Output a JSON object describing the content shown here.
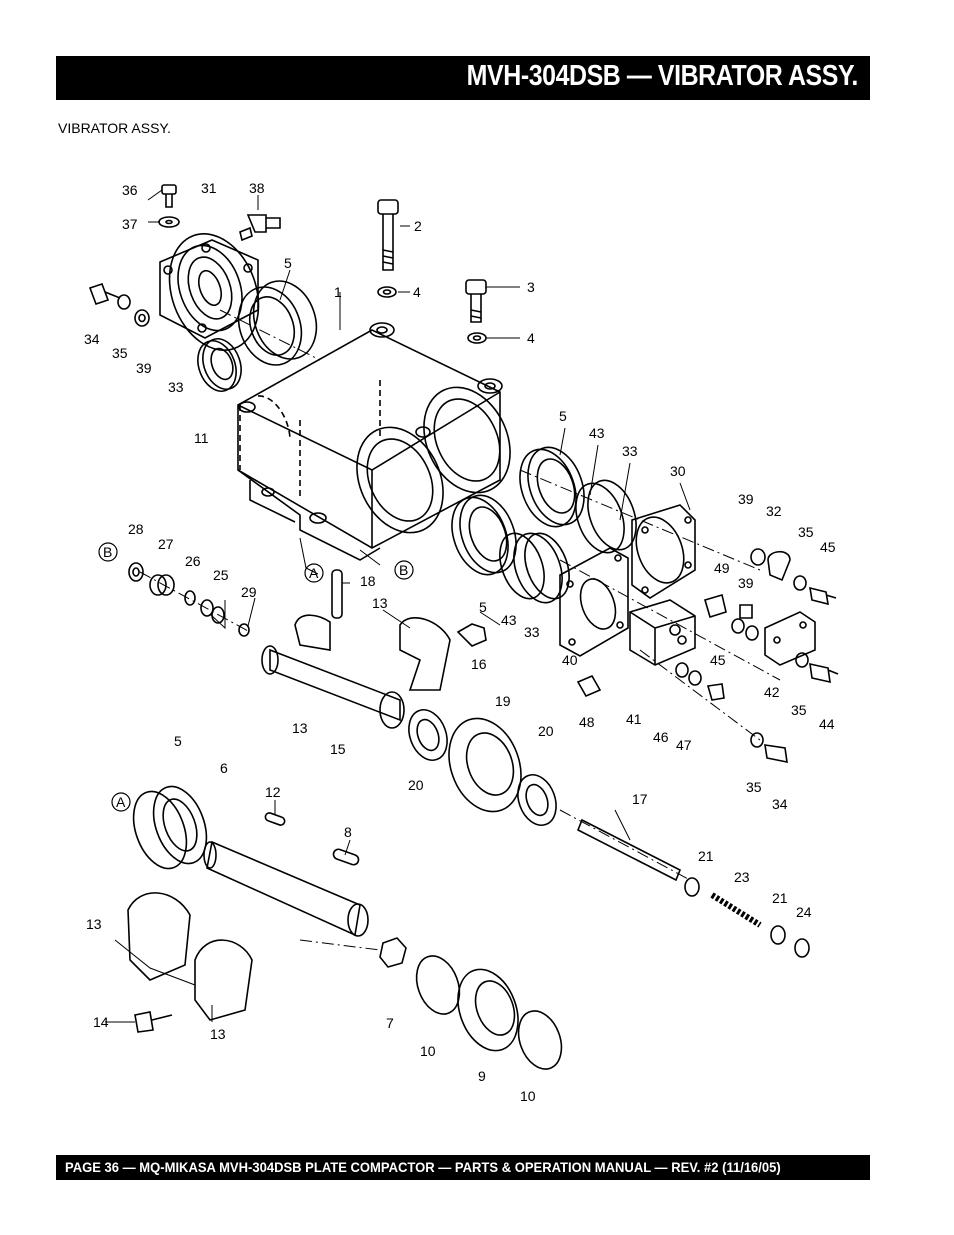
{
  "header": {
    "title": "MVH-304DSB — VIBRATOR ASSY."
  },
  "subtitle": "VIBRATOR ASSY.",
  "callouts": {
    "c1": "1",
    "c2": "2",
    "c3": "3",
    "c4a": "4",
    "c4b": "4",
    "c5a": "5",
    "c5b": "5",
    "c5c": "5",
    "c5d": "5",
    "c6": "6",
    "c7": "7",
    "c8": "8",
    "c9": "9",
    "c10a": "10",
    "c10b": "10",
    "c11": "11",
    "c12": "12",
    "c13a": "13",
    "c13b": "13",
    "c13c": "13",
    "c13d": "13",
    "c14": "14",
    "c15": "15",
    "c16": "16",
    "c17": "17",
    "c18": "18",
    "c19": "19",
    "c20a": "20",
    "c20b": "20",
    "c21a": "21",
    "c21b": "21",
    "c23": "23",
    "c24": "24",
    "c25": "25",
    "c26": "26",
    "c27": "27",
    "c28": "28",
    "c29": "29",
    "c30": "30",
    "c31": "31",
    "c32": "32",
    "c33a": "33",
    "c33b": "33",
    "c33c": "33",
    "c34a": "34",
    "c34b": "34",
    "c35a": "35",
    "c35b": "35",
    "c35c": "35",
    "c35d": "35",
    "c36": "36",
    "c37": "37",
    "c38": "38",
    "c39a": "39",
    "c39b": "39",
    "c39c": "39",
    "c40": "40",
    "c41": "41",
    "c42": "42",
    "c43a": "43",
    "c43b": "43",
    "c44": "44",
    "c45a": "45",
    "c45b": "45",
    "c46": "46",
    "c47": "47",
    "c48": "48",
    "c49": "49"
  },
  "ref_markers": {
    "a1": "A",
    "a2": "A",
    "b1": "B",
    "b2": "B"
  },
  "footer": {
    "text": "PAGE 36 — MQ-MIKASA MVH-304DSB PLATE COMPACTOR — PARTS & OPERATION MANUAL — REV. #2 (11/16/05)"
  }
}
